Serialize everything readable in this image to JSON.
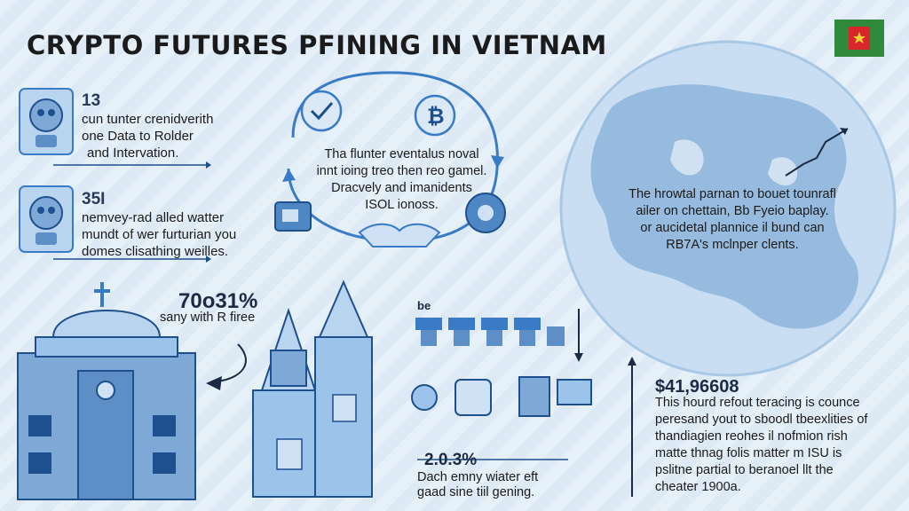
{
  "header": {
    "title": "CRYPTO FUTURES PFINING IN VIETNAM"
  },
  "stats": [
    {
      "number": "13",
      "desc": [
        "cun tunter crenidverith",
        "one Data to Rolder",
        "and Intervation."
      ]
    },
    {
      "number": "35I",
      "desc": [
        "nemvey-rad alled watter",
        "mundt of wer furturian you",
        "domes clisathing weilles."
      ]
    }
  ],
  "cycle": {
    "text": [
      "Tha flunter eventalus noval",
      "innt ioing treo then reo gamel.",
      "Dracvely and imanidents",
      "ISOL ionoss."
    ]
  },
  "map": {
    "text": [
      "The hrowtal parnan to bouet tounrafl",
      "ailer on chettain, Bb Fyeio baplay.",
      "or aucidetal plannice il bund can",
      "RB7A's mclnper clents."
    ]
  },
  "bank": {
    "percent": "70o31%",
    "caption": "sany with R firee"
  },
  "middle": {
    "label": "be",
    "percent": "2.0.3%",
    "text": [
      "Dach emny wiater eft",
      "gaad sine tiil gening."
    ]
  },
  "finance": {
    "amount": "$41,96608",
    "text": [
      "This hourd refout teracing is counce",
      "peresand yout to sboodl tbeexlities of",
      "thandiagien reohes il nofmion rish",
      "matte thnag folis matter m ISU is",
      "pslitne partial to beranoel llt the",
      "cheater 1900a."
    ]
  },
  "icons": [
    "robot-icon",
    "check-icon",
    "bitcoin-icon",
    "wallet-icon",
    "gear-icon",
    "handshake-icon",
    "tower-icon",
    "bank-icon",
    "dome-icon",
    "funnel-icon",
    "coin-icon"
  ],
  "colors": {
    "accent": "#3a7bc8",
    "dark_blue": "#1e4f8f",
    "light_blue": "#9cc3ea",
    "map_bg": "#c7ddf2",
    "flag_green": "#2f8a3c",
    "flag_red": "#d8262b"
  }
}
